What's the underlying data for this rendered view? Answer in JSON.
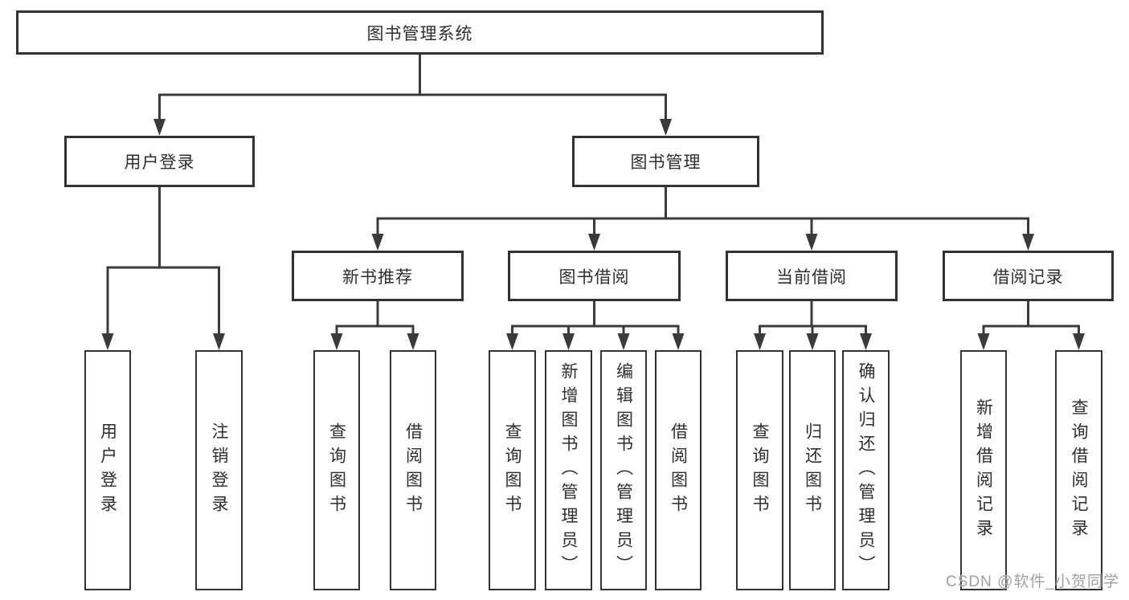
{
  "diagram_title": "图书管理系统",
  "watermark": "CSDN @软件_小贺同学",
  "colors": {
    "line": "#3a3a3a",
    "border": "#333333",
    "text": "#2e2e2e",
    "background": "#ffffff",
    "watermark": "#a0a0a0"
  },
  "nodes": {
    "root": "图书管理系统",
    "userLogin": "用户登录",
    "bookMgmt": "图书管理",
    "newRec": "新书推荐",
    "borrow": "图书借阅",
    "current": "当前借阅",
    "records": "借阅记录",
    "ulLogin": "用户登录",
    "ulLogout": "注销登录",
    "nrQuery": "查询图书",
    "nrBorrow": "借阅图书",
    "bQuery": "查询图书",
    "bAdd": "新增图书（管理员）",
    "bEdit": "编辑图书（管理员）",
    "bBorrow": "借阅图书",
    "cQuery": "查询图书",
    "cReturn": "归还图书",
    "cConfirm": "确认归还（管理员）",
    "rAdd": "新增借阅记录",
    "rQuery": "查询借阅记录"
  },
  "edges": [
    {
      "from": "root",
      "to": "userLogin"
    },
    {
      "from": "root",
      "to": "bookMgmt"
    },
    {
      "from": "userLogin",
      "to": "ulLogin"
    },
    {
      "from": "userLogin",
      "to": "ulLogout"
    },
    {
      "from": "bookMgmt",
      "to": "newRec"
    },
    {
      "from": "bookMgmt",
      "to": "borrow"
    },
    {
      "from": "bookMgmt",
      "to": "current"
    },
    {
      "from": "bookMgmt",
      "to": "records"
    },
    {
      "from": "newRec",
      "to": "nrQuery"
    },
    {
      "from": "newRec",
      "to": "nrBorrow"
    },
    {
      "from": "borrow",
      "to": "bQuery"
    },
    {
      "from": "borrow",
      "to": "bAdd"
    },
    {
      "from": "borrow",
      "to": "bEdit"
    },
    {
      "from": "borrow",
      "to": "bBorrow"
    },
    {
      "from": "current",
      "to": "cQuery"
    },
    {
      "from": "current",
      "to": "cReturn"
    },
    {
      "from": "current",
      "to": "cConfirm"
    },
    {
      "from": "records",
      "to": "rAdd"
    },
    {
      "from": "records",
      "to": "rQuery"
    }
  ]
}
